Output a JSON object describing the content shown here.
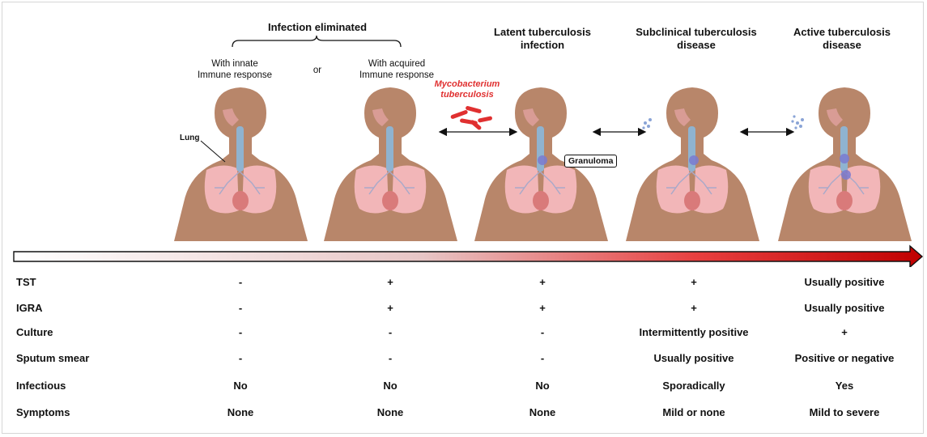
{
  "headers": {
    "eliminated": "Infection eliminated",
    "innate": "With innate\nImmune response",
    "or": "or",
    "acquired": "With acquired\nImmune response",
    "latent": "Latent tuberculosis\ninfection",
    "subclinical": "Subclinical tuberculosis\ndisease",
    "active": "Active tuberculosis\ndisease"
  },
  "labels": {
    "mycobacterium": "Mycobacterium\ntuberculosis",
    "lung": "Lung",
    "granuloma": "Granuloma"
  },
  "colors": {
    "skin": "#b8866a",
    "lung": "#f2b6b8",
    "bacteria": "#e03030",
    "arrow_end": "#c00000"
  },
  "table": {
    "rows": [
      {
        "label": "TST",
        "values": [
          "-",
          "+",
          "+",
          "+",
          "Usually positive"
        ]
      },
      {
        "label": "IGRA",
        "values": [
          "-",
          "+",
          "+",
          "+",
          "Usually positive"
        ]
      },
      {
        "label": "Culture",
        "values": [
          "-",
          "-",
          "-",
          "Intermittently positive",
          "+"
        ]
      },
      {
        "label": "Sputum smear",
        "values": [
          "-",
          "-",
          "-",
          "Usually positive",
          "Positive or negative"
        ]
      },
      {
        "label": "Infectious",
        "values": [
          "No",
          "No",
          "No",
          "Sporadically",
          "Yes"
        ]
      },
      {
        "label": "Symptoms",
        "values": [
          "None",
          "None",
          "None",
          "Mild or none",
          "Mild to severe"
        ]
      }
    ]
  }
}
